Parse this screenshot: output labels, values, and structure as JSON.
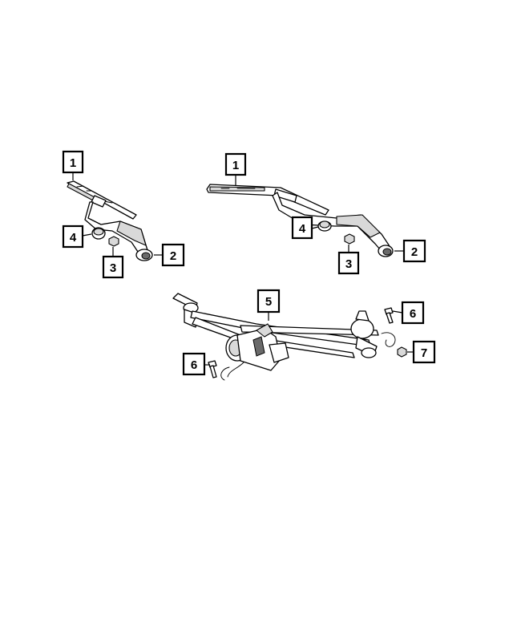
{
  "diagram": {
    "callouts": {
      "left_blade": "1",
      "right_blade": "1",
      "left_arm": "2",
      "right_arm": "2",
      "left_nut": "3",
      "right_nut": "3",
      "left_cap": "4",
      "right_cap": "4",
      "linkage_motor": "5",
      "bolt_left": "6",
      "bolt_right": "6",
      "nut_small": "7"
    }
  }
}
